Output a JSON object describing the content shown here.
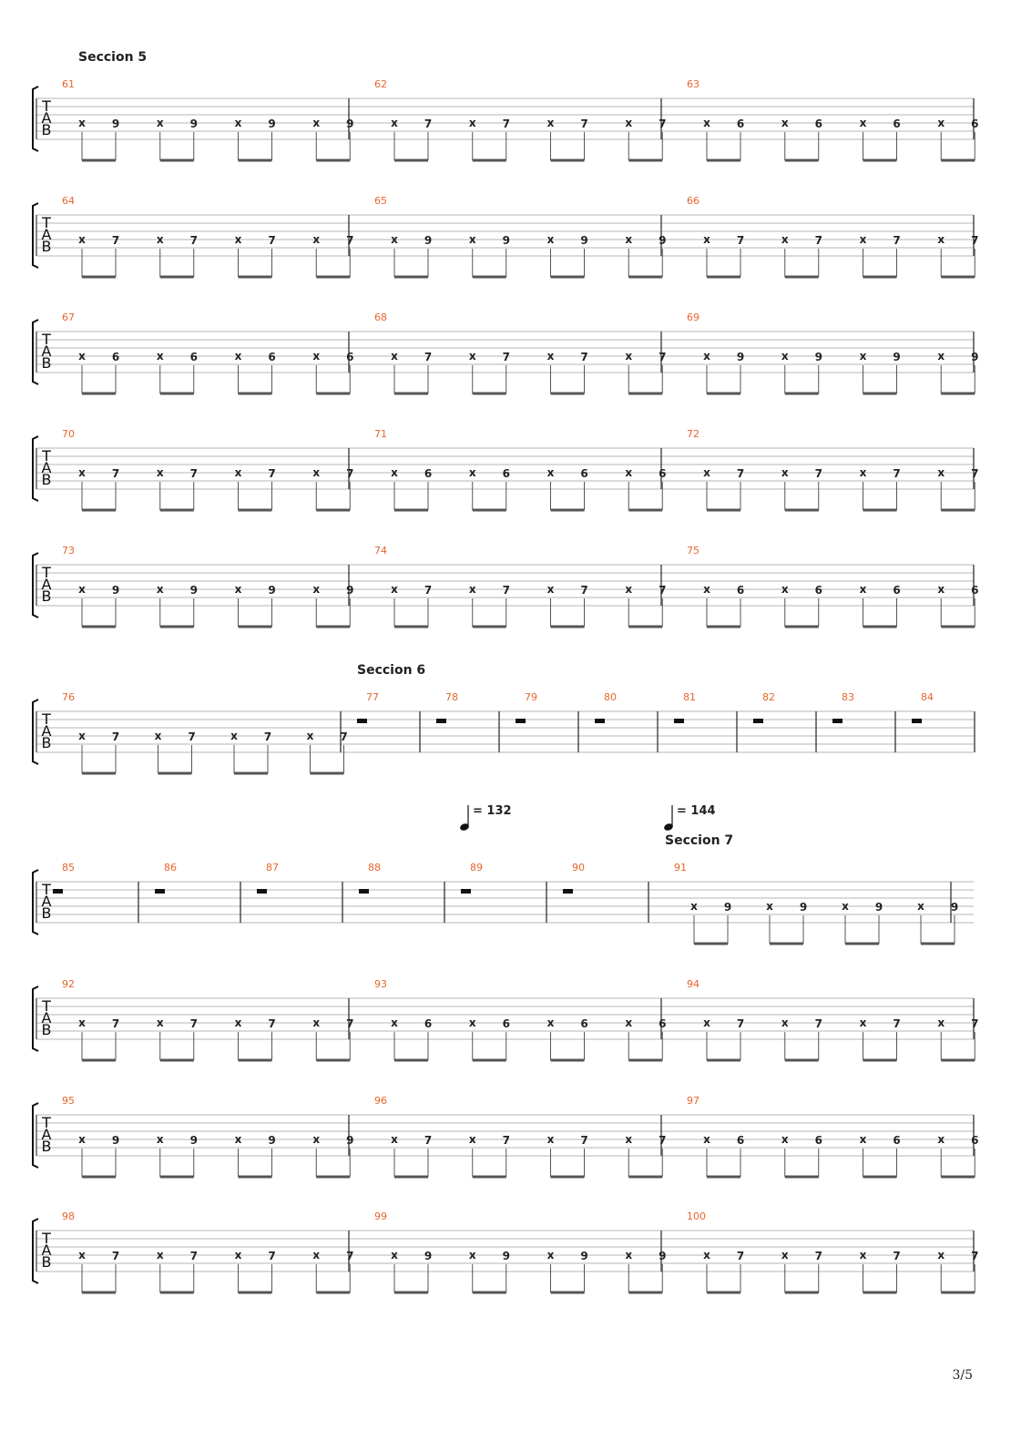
{
  "clef_letters": [
    "T",
    "A",
    "B"
  ],
  "page_number": "3/5",
  "tempo_markings": [
    {
      "bpm_text": "= 132"
    },
    {
      "bpm_text": "= 144"
    }
  ],
  "systems": [
    {
      "section": "Seccion 5",
      "tempo_index": null,
      "measures": [
        {
          "number": "61",
          "fret": "9"
        },
        {
          "number": "62",
          "fret": "7"
        },
        {
          "number": "63",
          "fret": "6"
        }
      ]
    },
    {
      "section": null,
      "tempo_index": null,
      "measures": [
        {
          "number": "64",
          "fret": "7"
        },
        {
          "number": "65",
          "fret": "9"
        },
        {
          "number": "66",
          "fret": "7"
        }
      ]
    },
    {
      "section": null,
      "tempo_index": null,
      "measures": [
        {
          "number": "67",
          "fret": "6"
        },
        {
          "number": "68",
          "fret": "7"
        },
        {
          "number": "69",
          "fret": "9"
        }
      ]
    },
    {
      "section": null,
      "tempo_index": null,
      "measures": [
        {
          "number": "70",
          "fret": "7"
        },
        {
          "number": "71",
          "fret": "6"
        },
        {
          "number": "72",
          "fret": "7"
        }
      ]
    },
    {
      "section": null,
      "tempo_index": null,
      "measures": [
        {
          "number": "73",
          "fret": "9"
        },
        {
          "number": "74",
          "fret": "7"
        },
        {
          "number": "75",
          "fret": "6"
        }
      ]
    },
    {
      "section": null,
      "tempo_index": null,
      "measures": [
        {
          "number": "76",
          "fret": "7"
        },
        {
          "number": "77",
          "rest": true,
          "section": "Seccion 6"
        },
        {
          "number": "78",
          "rest": true
        },
        {
          "number": "79",
          "rest": true
        },
        {
          "number": "80",
          "rest": true
        },
        {
          "number": "81",
          "rest": true
        },
        {
          "number": "82",
          "rest": true
        },
        {
          "number": "83",
          "rest": true
        },
        {
          "number": "84",
          "rest": true
        }
      ]
    },
    {
      "section": null,
      "tempo_index": null,
      "measures": [
        {
          "number": "85",
          "rest": true
        },
        {
          "number": "86",
          "rest": true
        },
        {
          "number": "87",
          "rest": true
        },
        {
          "number": "88",
          "rest": true
        },
        {
          "number": "89",
          "rest": true,
          "tempo": 0
        },
        {
          "number": "90",
          "rest": true
        },
        {
          "number": "91",
          "fret": "9",
          "tempo": 1,
          "section": "Seccion 7"
        }
      ]
    },
    {
      "section": null,
      "tempo_index": null,
      "measures": [
        {
          "number": "92",
          "fret": "7"
        },
        {
          "number": "93",
          "fret": "6"
        },
        {
          "number": "94",
          "fret": "7"
        }
      ]
    },
    {
      "section": null,
      "tempo_index": null,
      "measures": [
        {
          "number": "95",
          "fret": "9"
        },
        {
          "number": "96",
          "fret": "7"
        },
        {
          "number": "97",
          "fret": "6"
        }
      ]
    },
    {
      "section": null,
      "tempo_index": null,
      "measures": [
        {
          "number": "98",
          "fret": "7"
        },
        {
          "number": "99",
          "fret": "9"
        },
        {
          "number": "100",
          "fret": "7"
        }
      ]
    }
  ],
  "muted_note": "x",
  "colors": {
    "measure_number": "#e8642c",
    "staff_line": "#b5b5b5",
    "ink": "#222222",
    "beam": "#555555"
  }
}
